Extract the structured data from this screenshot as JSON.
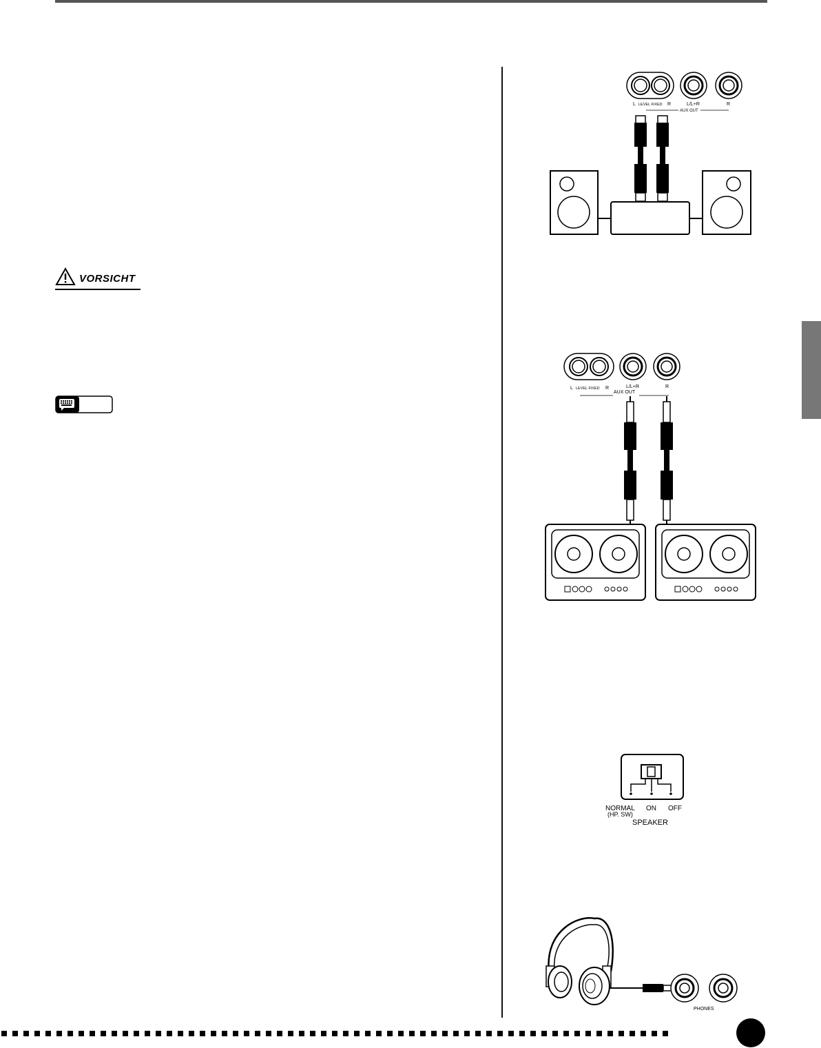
{
  "caution": {
    "label": "VORSICHT",
    "icon": "warning-triangle-icon"
  },
  "note": {
    "icon": "keyboard-note-icon"
  },
  "diagram1": {
    "jack_labels": {
      "l": "L",
      "level_fixed": "LEVEL FIXED",
      "r_small": "R",
      "llr": "L/L+R",
      "r": "R",
      "aux_out": "AUX OUT"
    }
  },
  "diagram2": {
    "jack_labels": {
      "l": "L",
      "level_fixed": "LEVEL FIXED",
      "r_small": "R",
      "llr": "L/L+R",
      "r": "R",
      "aux_out": "AUX OUT"
    }
  },
  "speaker_switch": {
    "normal": "NORMAL",
    "hp_sw": "(HP. SW)",
    "on": "ON",
    "off": "OFF",
    "speaker": "SPEAKER"
  },
  "headphones": {
    "phones": "PHONES"
  }
}
